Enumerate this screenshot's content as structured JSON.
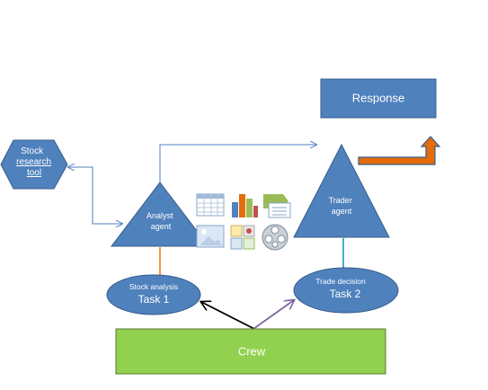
{
  "nodes": {
    "response": {
      "label": "Response"
    },
    "stock_tool": {
      "label_lines": [
        "Stock",
        "research",
        "tool"
      ]
    },
    "analyst_agent": {
      "label_lines": [
        "Analyst",
        "agent"
      ]
    },
    "trader_agent": {
      "label_lines": [
        "Trader",
        "agent"
      ]
    },
    "task1": {
      "subtitle": "Stock analysis",
      "title": "Task 1"
    },
    "task2": {
      "subtitle": "Trade decision",
      "title": "Task 2"
    },
    "crew": {
      "label": "Crew"
    }
  },
  "colors": {
    "node_fill": "#4f81bd",
    "node_stroke": "#385d8a",
    "crew_fill": "#92d050",
    "crew_stroke": "#5a7a30",
    "arrow_orange": "#e46c0a",
    "line_blue": "#4f81bd",
    "line_orange": "#f79646",
    "line_teal": "#4bacc6",
    "arrow_black": "#000000",
    "arrow_purple": "#8064a2"
  },
  "icons": [
    "table-icon",
    "bar-chart-icon",
    "smartart-icon",
    "picture-icon",
    "clip-art-icon",
    "media-reel-icon"
  ]
}
